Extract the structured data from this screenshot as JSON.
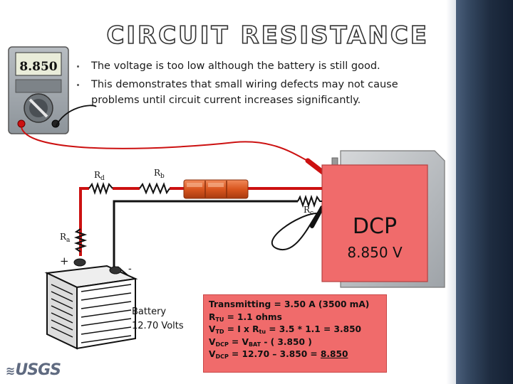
{
  "title": "CIRCUIT RESISTANCE",
  "bullets": [
    "The voltage is too low although the battery is still good.",
    "This demonstrates that small wiring defects may not cause problems until circuit current increases significantly."
  ],
  "meter": {
    "reading": "8.850"
  },
  "labels": {
    "rd": "R",
    "rd_sub": "d",
    "rb": "R",
    "rb_sub": "b",
    "rc": "R",
    "rc_sub": "c",
    "ra": "R",
    "ra_sub": "a",
    "plus": "+",
    "minus": "-"
  },
  "battery": {
    "line1": "Battery",
    "line2": "12.70 Volts"
  },
  "dcp": {
    "name": "DCP",
    "voltage": "8.850 V"
  },
  "calc": {
    "line1": "Transmitting  = 3.50 A (3500 mA)",
    "l2_a": "R",
    "l2_sub": "TU",
    "l2_b": " = 1.1 ohms",
    "l3_a": "V",
    "l3_sub1": "TD",
    "l3_b": " = I x R",
    "l3_sub2": "tu",
    "l3_c": " = 3.5 * 1.1 = 3.850",
    "l4_a": "V",
    "l4_sub1": "DCP",
    "l4_b": " = V",
    "l4_sub2": "BAT",
    "l4_c": " - ( 3.850 )",
    "l5_a": "V",
    "l5_sub": "DCP",
    "l5_b": " = 12.70 – 3.850 = ",
    "l5_c": "8.850"
  },
  "logo": {
    "text": "USGS"
  },
  "colors": {
    "wire_red": "#cc1111",
    "wire_black": "#111111",
    "dcp_face": "#f06b6b",
    "title_outline": "#333333"
  }
}
